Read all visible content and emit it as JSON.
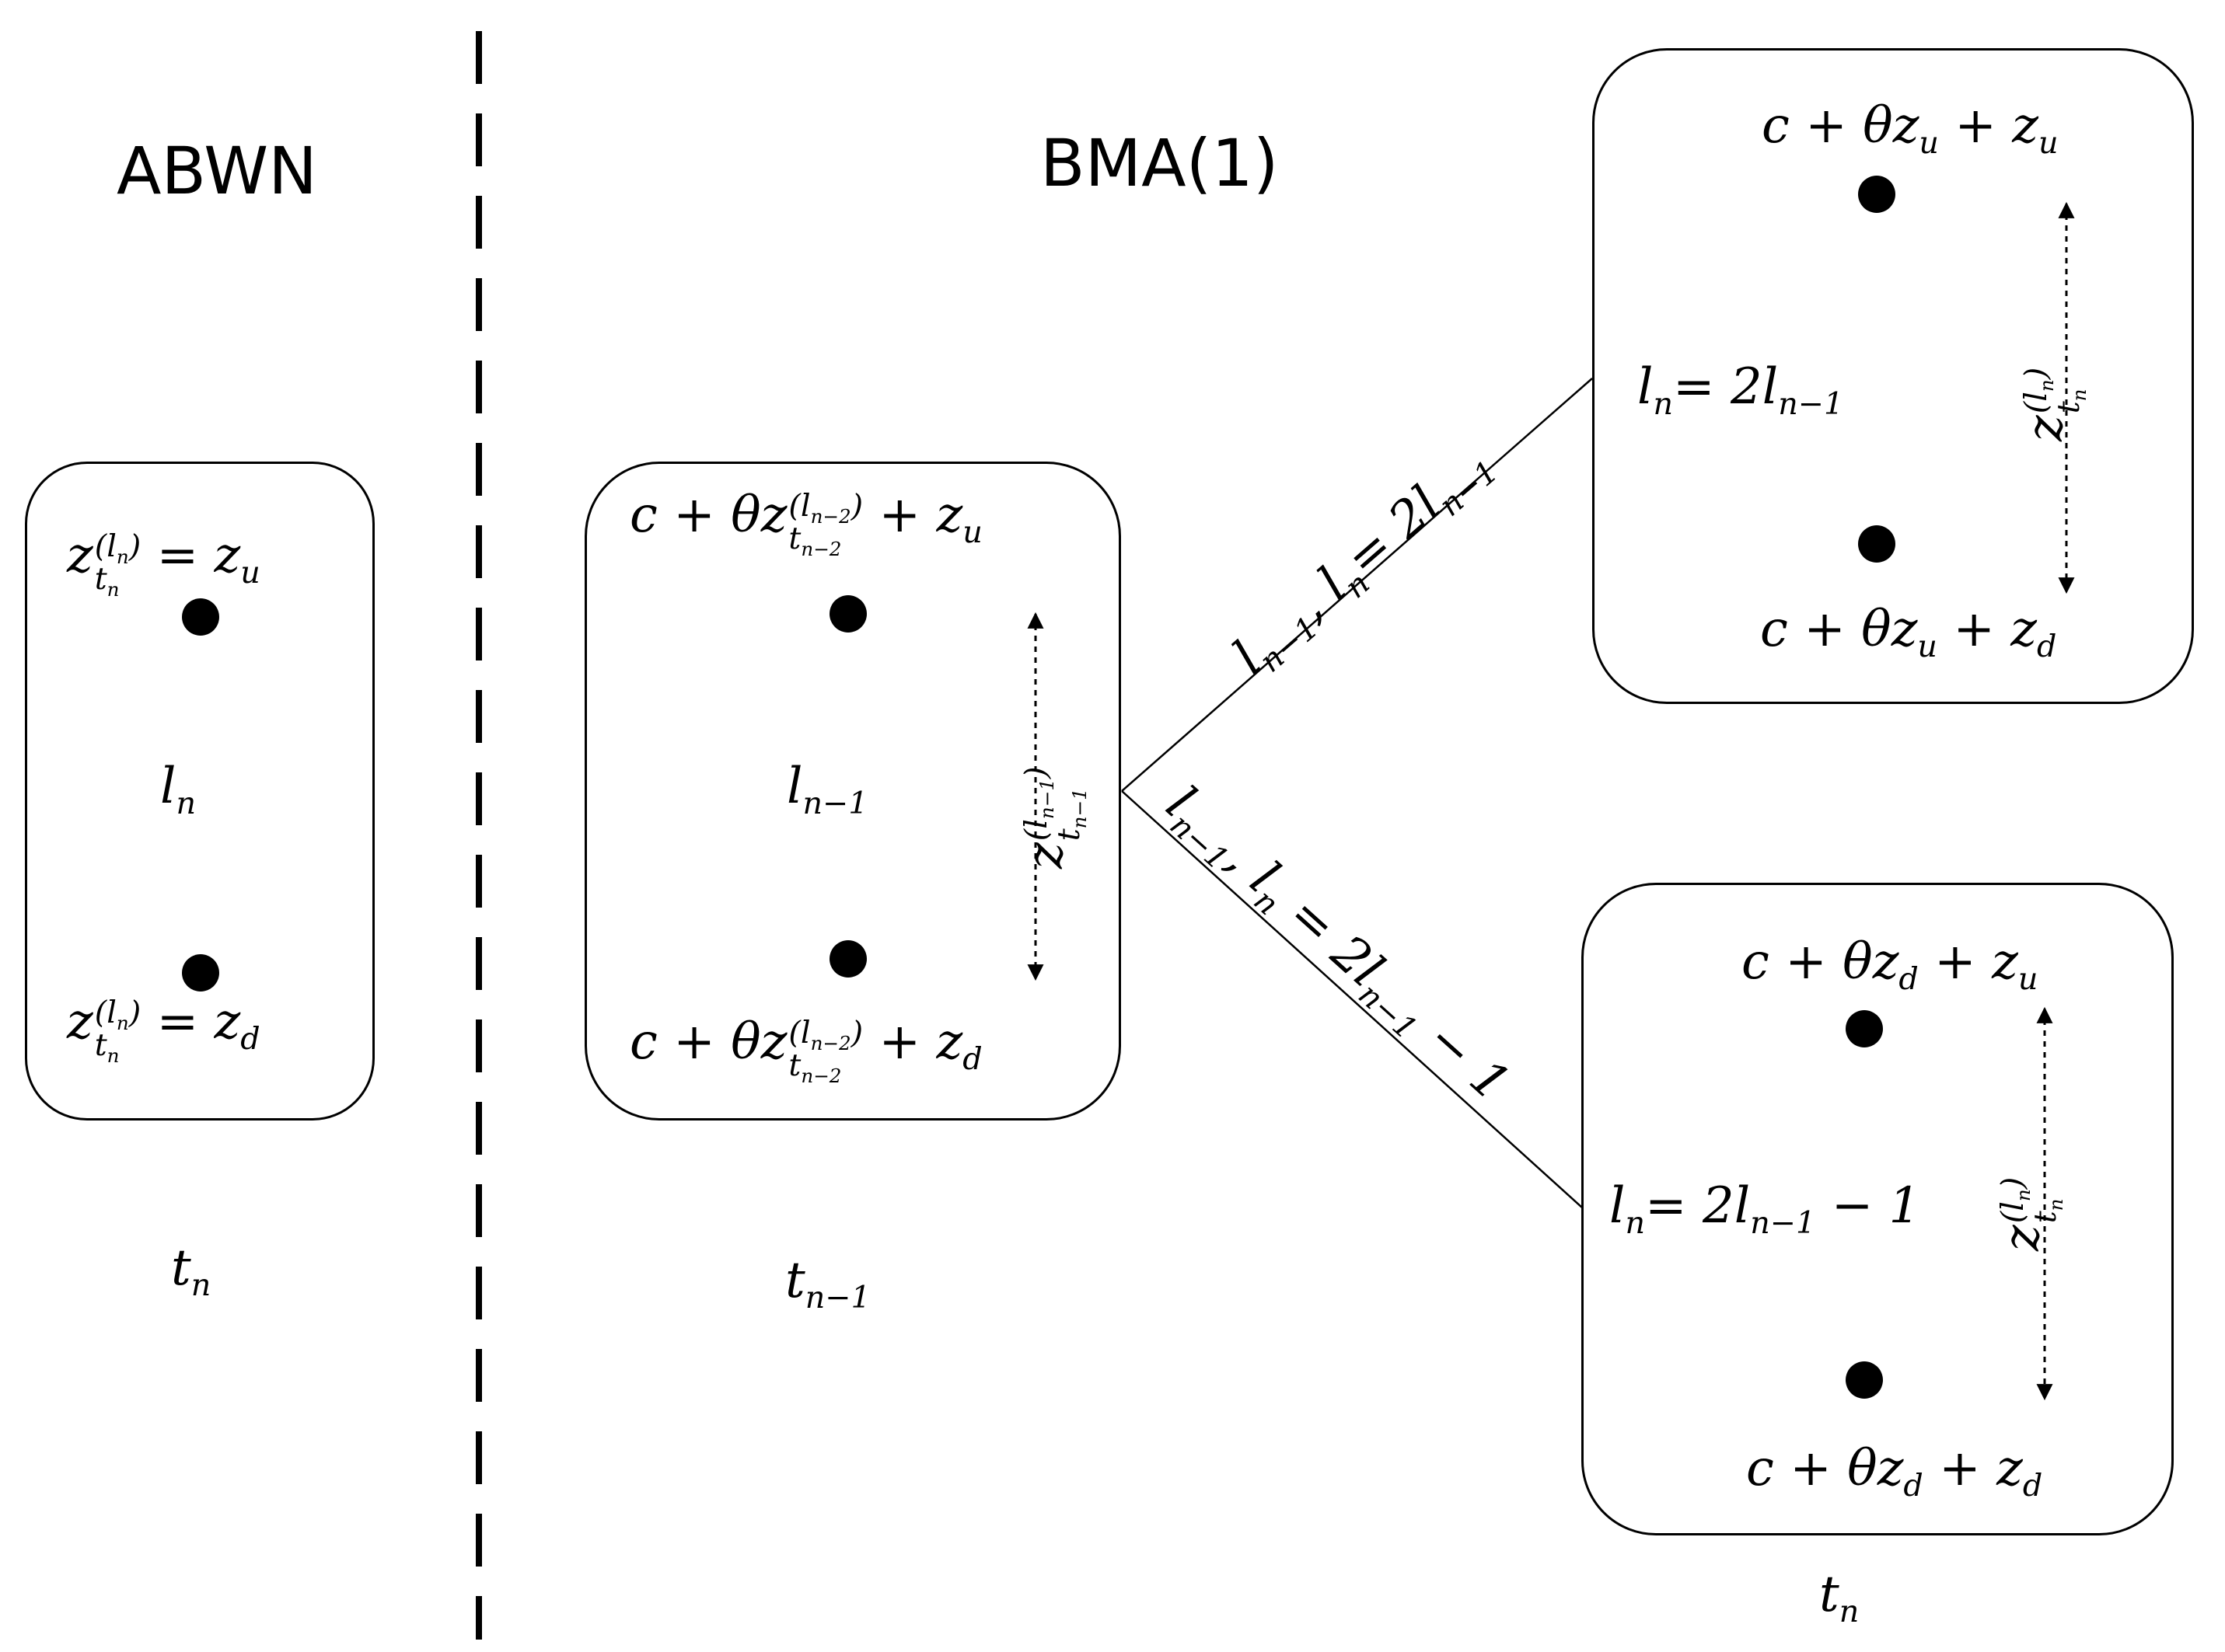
{
  "headings": {
    "left": "ABWN",
    "right": "BMA(1)"
  },
  "abwn": {
    "upper": {
      "lhs_base": "z",
      "lhs_sub": "t",
      "lhs_subsub": "n",
      "lhs_sup": "(l",
      "lhs_sup_sub": "n",
      "lhs_sup_close": ")",
      "rhs": "= z",
      "rhs_sub": "u"
    },
    "middle": {
      "base": "l",
      "sub": "n"
    },
    "lower": {
      "lhs_base": "z",
      "lhs_sub": "t",
      "lhs_subsub": "n",
      "lhs_sup": "(l",
      "lhs_sup_sub": "n",
      "lhs_sup_close": ")",
      "rhs": "= z",
      "rhs_sub": "d"
    },
    "time": {
      "base": "t",
      "sub": "n"
    }
  },
  "parent": {
    "upper": {
      "prefix": "c + θz",
      "sub": "t",
      "subsub": "n−2",
      "sup": "(l",
      "sup_sub": "n−2",
      "sup_close": ")",
      "suffix": "+ z",
      "suffix_sub": "u"
    },
    "middle": {
      "base": "l",
      "sub": "n−1"
    },
    "lower": {
      "prefix": "c + θz",
      "sub": "t",
      "subsub": "n−2",
      "sup": "(l",
      "sup_sub": "n−2",
      "sup_close": ")",
      "suffix": "+ z",
      "suffix_sub": "d"
    },
    "arrow_label": {
      "base": "z",
      "sub": "t",
      "subsub": "n−1",
      "sup": "(l",
      "sup_sub": "n−1",
      "sup_close": ")"
    },
    "time": {
      "base": "t",
      "sub": "n−1"
    }
  },
  "branches": {
    "upper": {
      "a": "l",
      "a_sub": "n−1",
      "sep": ", ",
      "b": "l",
      "b_sub": "n",
      "eq": "= 2l",
      "eq_sub": "n−1"
    },
    "lower": {
      "a": "l",
      "a_sub": "n−1",
      "sep": ", ",
      "b": "l",
      "b_sub": "n",
      "eq": " = 2l",
      "eq_sub": "n−1",
      "tail": " − 1"
    }
  },
  "child_up": {
    "top": {
      "text": "c + θz",
      "sub1": "u",
      "mid": " + z",
      "sub2": "u"
    },
    "middle": {
      "base": "l",
      "sub": "n",
      "eq": "=  2l",
      "eq_sub": "n−1"
    },
    "bottom": {
      "text": "c + θz",
      "sub1": "u",
      "mid": " + z",
      "sub2": "d"
    },
    "arrow_label": {
      "base": "z",
      "sub": "t",
      "subsub": "n",
      "sup": "(l",
      "sup_sub": "n",
      "sup_close": ")"
    }
  },
  "child_down": {
    "top": {
      "text": "c + θz",
      "sub1": "d",
      "mid": " + z",
      "sub2": "u"
    },
    "middle": {
      "base": "l",
      "sub": "n",
      "eq": "= 2l",
      "eq_sub": "n−1",
      "tail": " − 1"
    },
    "bottom": {
      "text": "c + θz",
      "sub1": "d",
      "mid": " + z",
      "sub2": "d"
    },
    "arrow_label": {
      "base": "z",
      "sub": "t",
      "subsub": "n",
      "sup": "(l",
      "sup_sub": "n",
      "sup_close": ")"
    },
    "time": {
      "base": "t",
      "sub": "n"
    }
  }
}
